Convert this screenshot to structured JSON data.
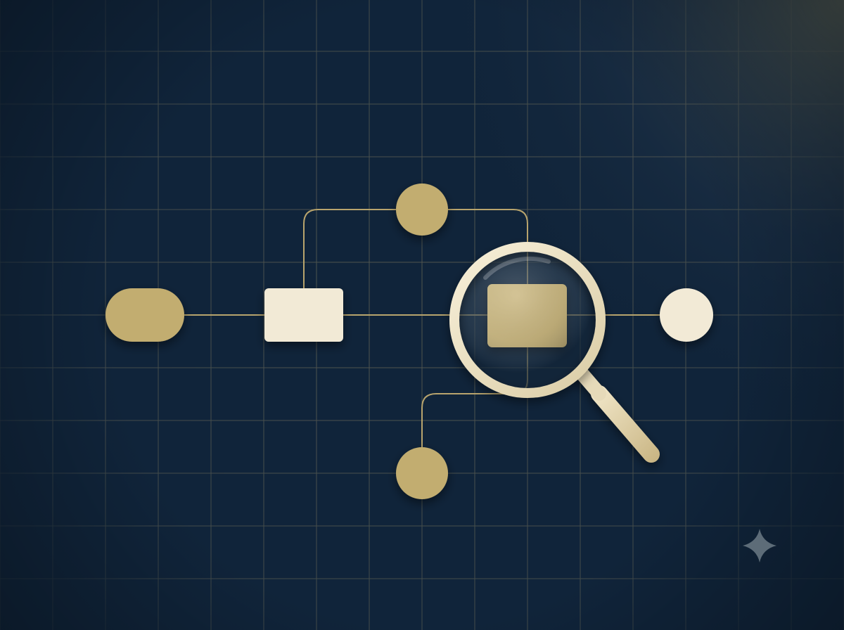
{
  "colors": {
    "background": "#10243a",
    "background_glow": "#48524f",
    "grid_line": "#8a8262",
    "connector": "#b8a46d",
    "node_gold": "#c2ad6f",
    "node_cream": "#f2ead6",
    "magnifier_rim": "#ece2c4",
    "sparkle": "#5d6c78"
  },
  "diagram": {
    "nodes": [
      {
        "id": "start",
        "shape": "pill",
        "color": "node_gold"
      },
      {
        "id": "process",
        "shape": "rectangle",
        "color": "node_cream"
      },
      {
        "id": "top-circle",
        "shape": "circle",
        "color": "node_gold"
      },
      {
        "id": "focus",
        "shape": "rectangle",
        "color": "node_gold",
        "magnified": true
      },
      {
        "id": "bottom-circle",
        "shape": "circle",
        "color": "node_gold"
      },
      {
        "id": "end",
        "shape": "circle",
        "color": "node_cream"
      }
    ],
    "edges": [
      {
        "from": "start",
        "to": "process"
      },
      {
        "from": "process",
        "to": "focus"
      },
      {
        "from": "focus",
        "to": "end"
      },
      {
        "from": "process",
        "to": "top-circle"
      },
      {
        "from": "top-circle",
        "to": "focus"
      },
      {
        "from": "focus",
        "to": "bottom-circle"
      }
    ]
  },
  "icons": {
    "magnifier": "magnifying-glass-icon",
    "sparkle": "sparkle-icon"
  }
}
